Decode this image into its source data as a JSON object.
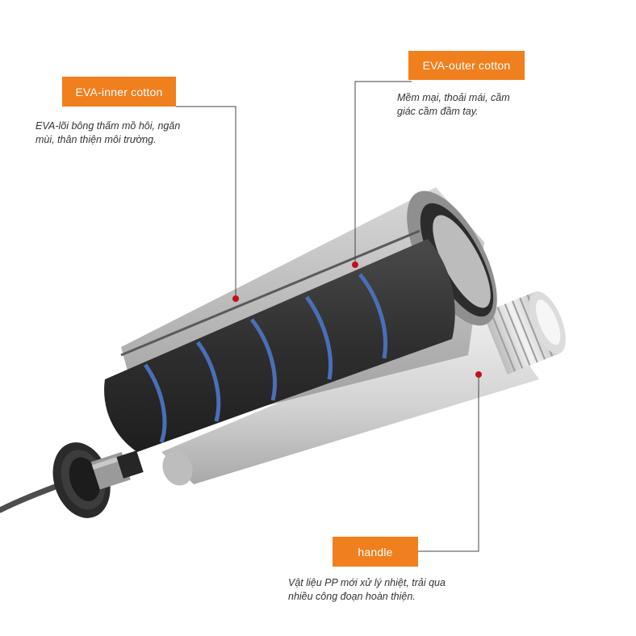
{
  "callouts": {
    "inner": {
      "label": "EVA-inner cotton",
      "lines": [
        "EVA-lõi bông thấm mồ hôi, ngăn",
        "mùi, thân thiện môi trường."
      ]
    },
    "outer": {
      "label": "EVA-outer cotton",
      "lines": [
        "Mềm mại, thoải mái, cầm",
        "giác cầm đầm tay."
      ]
    },
    "handle": {
      "label": "handle",
      "lines": [
        "Vật liệu PP mới xử lý nhiệt, trải qua",
        "nhiều công đoạn hoàn thiện."
      ]
    }
  },
  "colors": {
    "label_bg": "#f07f1e",
    "label_text": "#ffffff",
    "leader_line": "#444444",
    "marker_dot": "#c0111b",
    "foam_dark": "#3a3a3a",
    "foam_stripe": "#4a6fb8",
    "handle_grey": "#d4d4d4"
  }
}
